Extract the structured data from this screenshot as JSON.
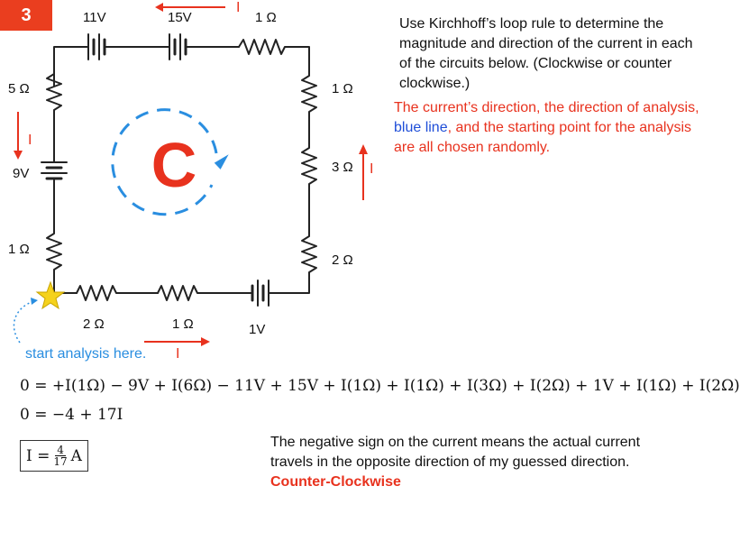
{
  "badge": "3",
  "instructions": "Use Kirchhoff’s loop rule to determine the magnitude and direction of the current in each of the circuits below. (Clockwise or counter clockwise.)",
  "note": {
    "part1": "The current’s direction, the direction of analysis, ",
    "blue": "blue line",
    "part2": ", and the starting point for the analysis are all chosen randomly."
  },
  "circuit": {
    "battery_top_left": "11V",
    "battery_top_right": "15V",
    "resistor_top": "1 Ω",
    "resistor_left_top": "5 Ω",
    "battery_left": "9V",
    "resistor_left_bottom": "1 Ω",
    "resistor_right_top": "1 Ω",
    "resistor_right_mid": "3 Ω",
    "resistor_right_bottom": "2 Ω",
    "resistor_bottom_left": "2 Ω",
    "resistor_bottom_mid": "1 Ω",
    "battery_bottom": "1V",
    "current_label": "I",
    "center_symbol": "C"
  },
  "start_label": "start analysis here.",
  "current_label_bottom": "I",
  "equation1": "0 = +I(1Ω) − 9V + I(6Ω) − 11V + 15V + I(1Ω) + I(1Ω) + I(3Ω) + I(2Ω) + 1V + I(1Ω) + I(2Ω)",
  "equation2": "0 = −4 + 17I",
  "answer": {
    "lhs": "I =",
    "num": "4",
    "den": "17",
    "unit": "A"
  },
  "conclusion": {
    "text": "The negative sign on the current means the actual current travels in the opposite direction of my guessed direction. ",
    "highlight": "Counter-Clockwise"
  },
  "colors": {
    "accent_red": "#e8321e",
    "analysis_blue": "#2a8ee0",
    "star": "#f5d21c"
  }
}
